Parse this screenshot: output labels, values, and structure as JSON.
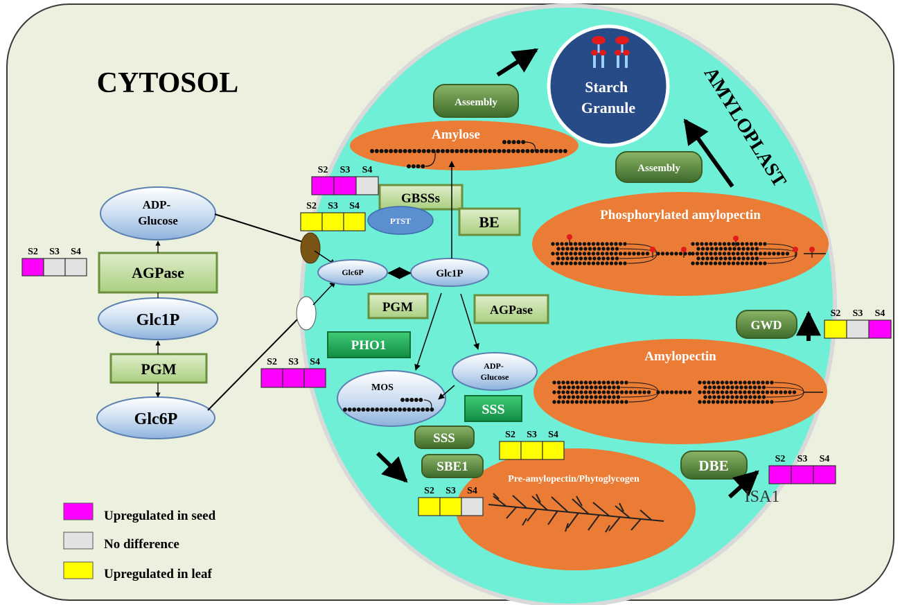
{
  "cytosol_label": "CYTOSOL",
  "amyloplast_label": "AMYLOPLAST",
  "stage_header": {
    "s2": "S2",
    "s3": "S3",
    "s4": "S4"
  },
  "colors": {
    "up_seed": "#ff00ff",
    "no_diff": "#e2e2e2",
    "up_leaf": "#ffff00",
    "cytosol_bg": "#ebf1de",
    "amyloplast_bg": "#6ff0d6",
    "orange": "#ea7c35",
    "granule": "#274b87"
  },
  "legend": [
    {
      "label": "Upregulated in seed",
      "status": "up_seed"
    },
    {
      "label": "No difference",
      "status": "no_diff"
    },
    {
      "label": "Upregulated in leaf",
      "status": "up_leaf"
    }
  ],
  "cytosol": {
    "adp_glucose": [
      "ADP-",
      "Glucose"
    ],
    "agpase": "AGPase",
    "glc1p": "Glc1P",
    "pgm": "PGM",
    "glc6p": "Glc6P",
    "agpase_stages": [
      "up_seed",
      "no_diff",
      "no_diff"
    ],
    "transporter_stages": [
      "up_seed",
      "up_seed",
      "up_seed"
    ]
  },
  "amyloplast": {
    "starch_granule": [
      "Starch",
      "Granule"
    ],
    "assembly_top": "Assembly",
    "assembly_right": "Assembly",
    "amylose": "Amylose",
    "gbsss": "GBSSs",
    "ptst": "PTST",
    "be": "BE",
    "glc6p": "Glc6P",
    "glc1p": "Glc1P",
    "pgm": "PGM",
    "agpase": "AGPase",
    "pho1": "PHO1",
    "adp_glucose": [
      "ADP-",
      "Glucose"
    ],
    "mos": "MOS",
    "sss_dark": "SSS",
    "sss": "SSS",
    "sbe1": "SBE1",
    "phos_amylopectin": "Phosphorylated amylopectin",
    "gwd": "GWD",
    "amylopectin": "Amylopectin",
    "pre_amylopectin": "Pre-amylopectin/Phytoglycogen",
    "dbe": "DBE",
    "isa1": "ISA1",
    "gbss_stages": [
      "up_seed",
      "up_seed",
      "no_diff"
    ],
    "ptst_stages": [
      "up_leaf",
      "up_leaf",
      "up_leaf"
    ],
    "gwd_stages": [
      "up_leaf",
      "no_diff",
      "up_seed"
    ],
    "sss_stages": [
      "up_leaf",
      "up_leaf",
      "up_leaf"
    ],
    "sbe_stages": [
      "up_leaf",
      "up_leaf",
      "no_diff"
    ],
    "isa1_stages": [
      "up_seed",
      "up_seed",
      "up_seed"
    ]
  }
}
